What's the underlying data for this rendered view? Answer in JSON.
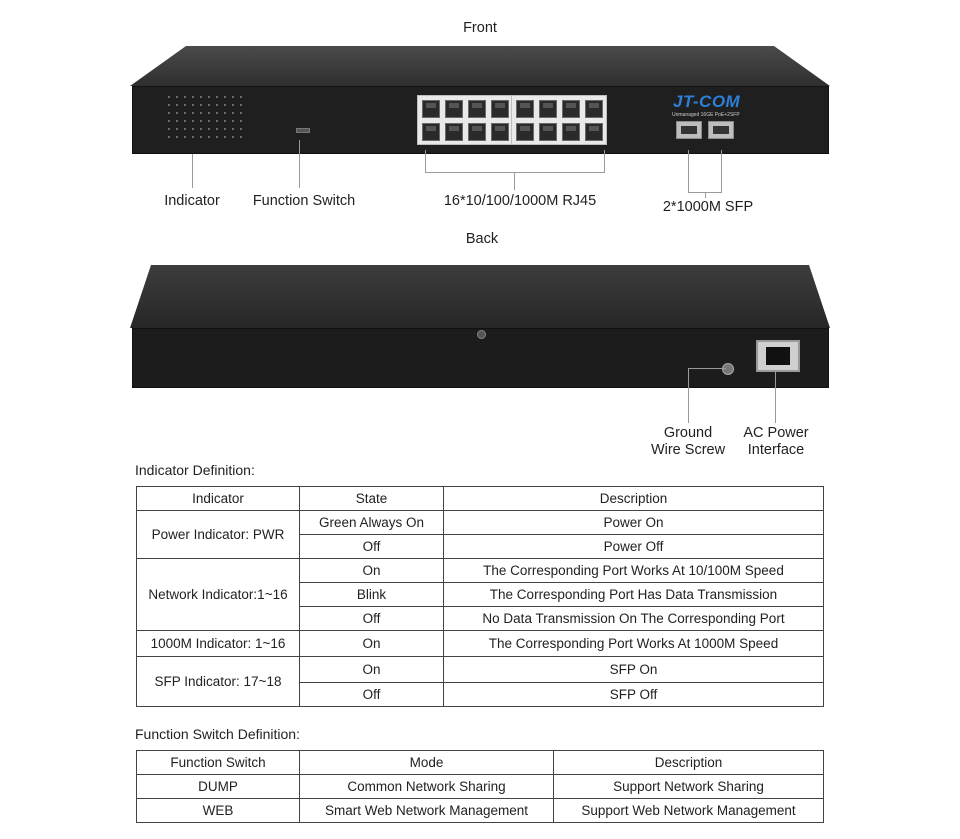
{
  "front": {
    "title": "Front",
    "brand": "JT-COM",
    "model_text": "Unmanaged 16GE PoE+2SFP",
    "labels": {
      "indicator": "Indicator",
      "function_switch": "Function Switch",
      "rj45": "16*10/100/1000M RJ45",
      "sfp": "2*1000M SFP"
    }
  },
  "back": {
    "title": "Back",
    "labels": {
      "ground_line1": "Ground",
      "ground_line2": "Wire Screw",
      "ac_line1": "AC Power",
      "ac_line2": "Interface"
    }
  },
  "indicator_table": {
    "title": "Indicator Definition:",
    "headers": [
      "Indicator",
      "State",
      "Description"
    ],
    "groups": [
      {
        "indicator": "Power Indicator: PWR",
        "rows": [
          {
            "state": "Green Always On",
            "description": "Power On"
          },
          {
            "state": "Off",
            "description": "Power Off"
          }
        ]
      },
      {
        "indicator": "Network Indicator:1~16",
        "rows": [
          {
            "state": "On",
            "description": "The Corresponding Port Works At 10/100M Speed"
          },
          {
            "state": "Blink",
            "description": "The Corresponding Port Has Data Transmission"
          },
          {
            "state": "Off",
            "description": "No Data Transmission On The Corresponding Port"
          }
        ]
      },
      {
        "indicator": "1000M Indicator: 1~16",
        "rows": [
          {
            "state": "On",
            "description": "The Corresponding Port Works At 1000M Speed"
          }
        ]
      },
      {
        "indicator": "SFP Indicator: 17~18",
        "rows": [
          {
            "state": "On",
            "description": "SFP On"
          },
          {
            "state": "Off",
            "description": "SFP Off"
          }
        ]
      }
    ]
  },
  "function_table": {
    "title": "Function Switch Definition:",
    "headers": [
      "Function Switch",
      "Mode",
      "Description"
    ],
    "rows": [
      {
        "switch": "DUMP",
        "mode": "Common Network Sharing",
        "description": "Support Network Sharing"
      },
      {
        "switch": "WEB",
        "mode": "Smart Web Network Management",
        "description": "Support Web Network Management"
      }
    ]
  }
}
